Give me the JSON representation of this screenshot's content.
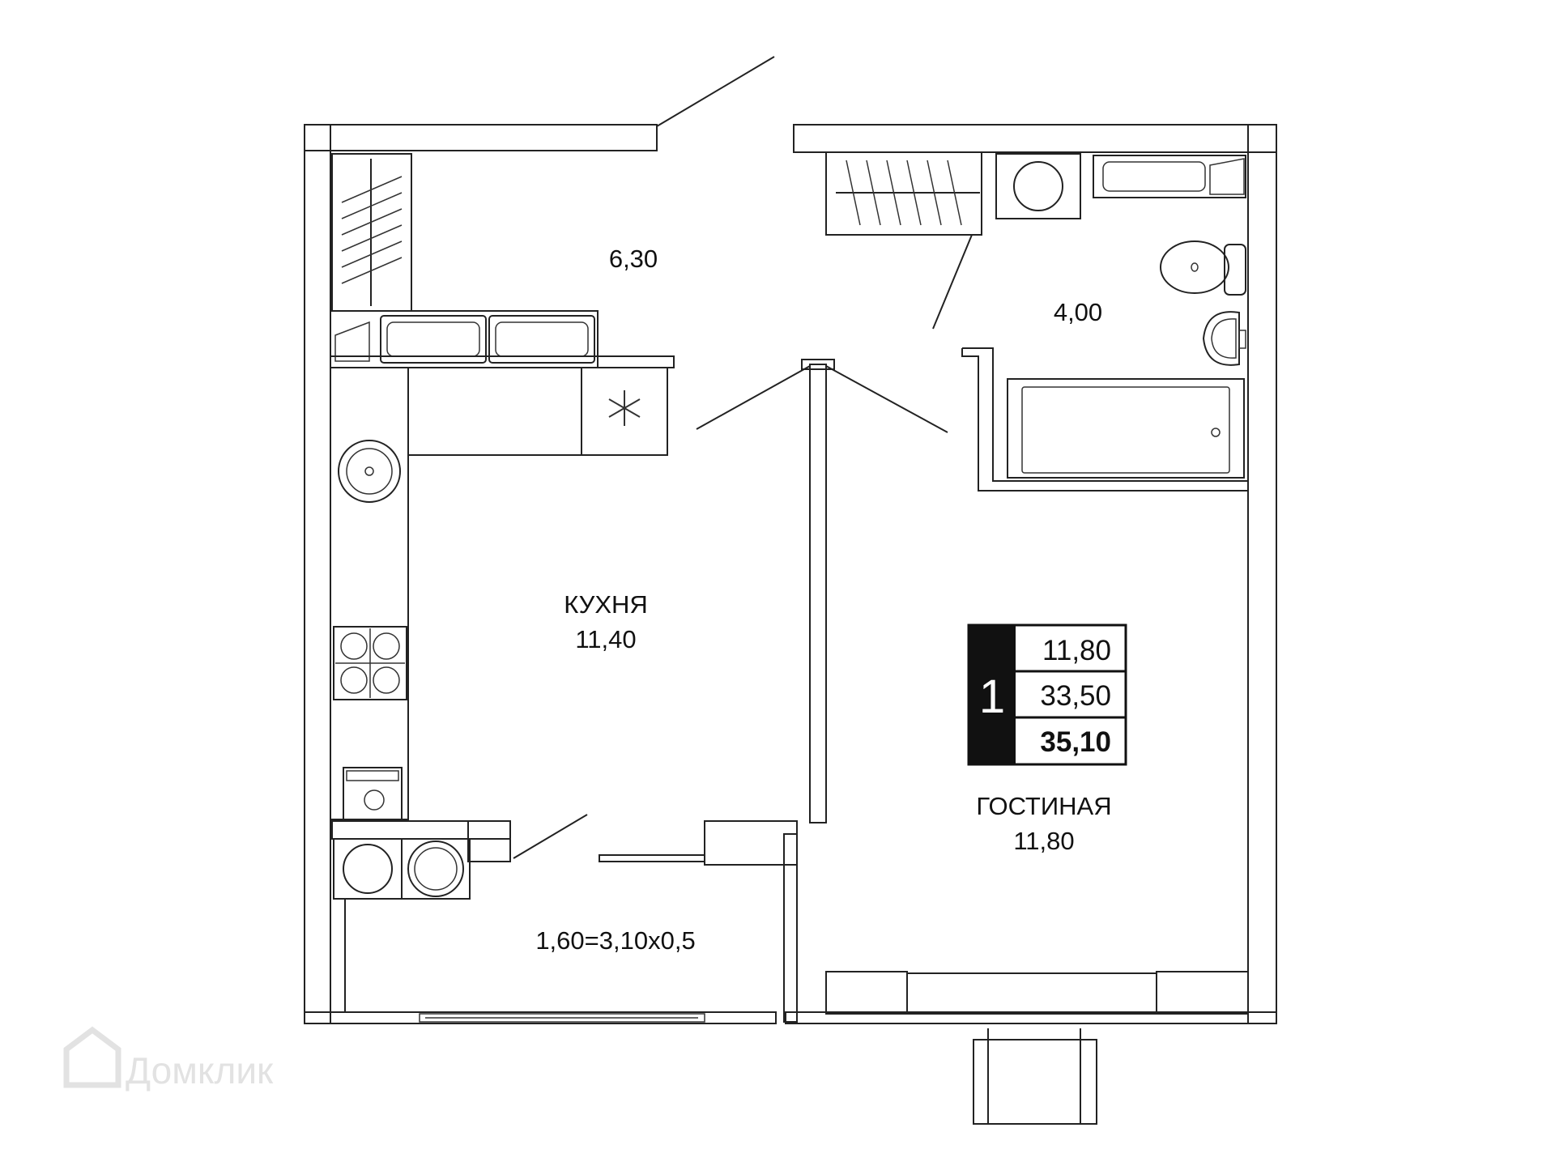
{
  "rooms": {
    "hall": {
      "area": "6,30"
    },
    "bathroom": {
      "area": "4,00"
    },
    "kitchen": {
      "name": "КУХНЯ",
      "area": "11,40"
    },
    "living": {
      "name": "ГОСТИНАЯ",
      "area": "11,80"
    },
    "balcony": {
      "area": "1,60=3,10х0,5"
    }
  },
  "summary": {
    "rooms_count": "1",
    "living_area": "11,80",
    "total_area": "33,50",
    "total_with_balcony": "35,10"
  },
  "watermark": {
    "text": "Домклик"
  },
  "colors": {
    "wall": "#333333",
    "badge": "#111111",
    "background": "#ffffff"
  }
}
